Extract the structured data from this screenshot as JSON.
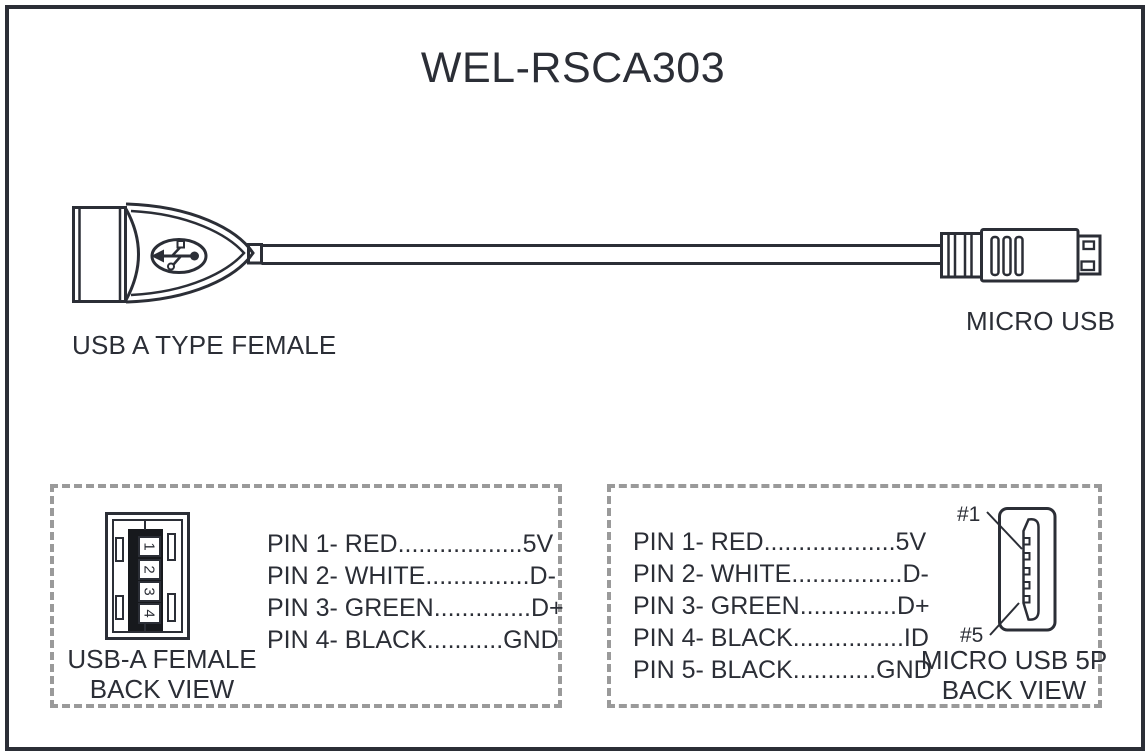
{
  "title": "WEL-RSCA303",
  "colors": {
    "line": "#2b2e36",
    "dashed_border": "#9a9a9a",
    "pin_strip_fill": "#17191d"
  },
  "cable_drawing": {
    "left_connector_label": "USB A TYPE FEMALE",
    "right_connector_label": "MICRO USB",
    "logo_icon": "usb-trident-icon"
  },
  "usb_a_box": {
    "pins": [
      "PIN 1- RED..................5V",
      "PIN 2- WHITE...............D-",
      "PIN 3- GREEN..............D+",
      "PIN 4- BLACK...........GND"
    ],
    "pin_numbers": [
      "1",
      "2",
      "3",
      "4"
    ],
    "caption_line1": "USB-A FEMALE",
    "caption_line2": "BACK VIEW"
  },
  "micro_usb_box": {
    "pins": [
      "PIN 1- RED...................5V",
      "PIN 2- WHITE................D-",
      "PIN 3- GREEN..............D+",
      "PIN 4- BLACK................ID",
      "PIN 5- BLACK............GND"
    ],
    "pin_first_label": "#1",
    "pin_last_label": "#5",
    "caption_line1": "MICRO USB 5P",
    "caption_line2": "BACK VIEW"
  }
}
